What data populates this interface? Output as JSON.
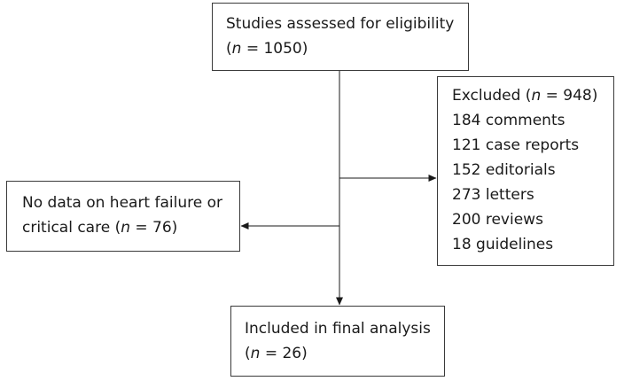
{
  "boxes": {
    "assessed": {
      "title": "Studies assessed for eligibility",
      "count_open": "(",
      "count_n": "n",
      "count_close": " = 1050)"
    },
    "excluded": {
      "title_prefix": "Excluded (",
      "title_n": "n",
      "title_suffix": " = 948)",
      "items": [
        "184 comments",
        "121 case reports",
        "152 editorials",
        "273 letters",
        "200 reviews",
        "18 guidelines"
      ]
    },
    "no_data": {
      "line1": "No data on heart failure or",
      "line2_prefix": "critical care (",
      "line2_n": "n",
      "line2_suffix": " = 76)"
    },
    "included": {
      "title": "Included in final analysis",
      "count_open": "(",
      "count_n": "n",
      "count_close": " = 26)"
    }
  }
}
